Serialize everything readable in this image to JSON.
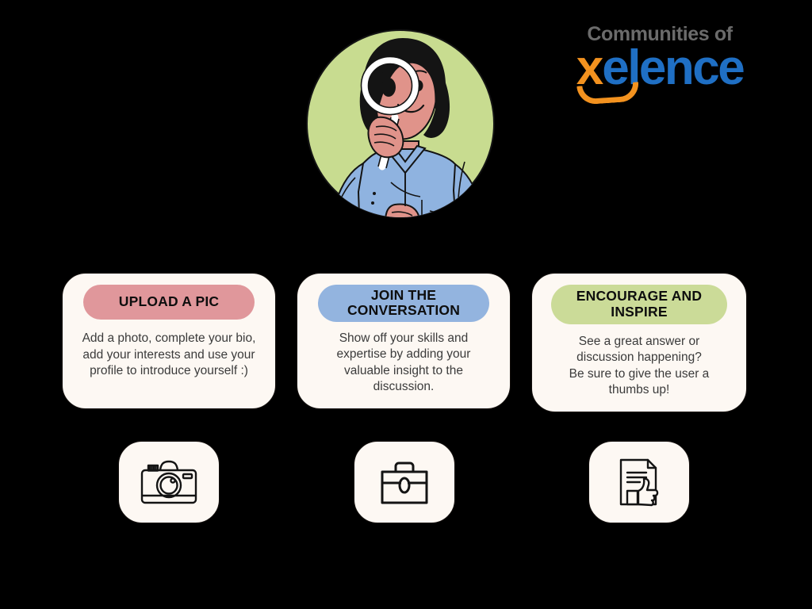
{
  "logo": {
    "top_text": "Communities of",
    "word_x": "x",
    "word_rest": "elence",
    "grey_hex": "#6B6B6B",
    "orange_hex": "#F3921F",
    "blue_hex": "#1F6FC4"
  },
  "hero": {
    "name": "woman-with-magnifying-glass-illustration",
    "circle_hex": "#C8DC90",
    "skin_hex": "#E0938A",
    "hair_hex": "#141414",
    "shirt_hex": "#8FB3E0",
    "glass_hex": "#FFFFFF"
  },
  "cards": [
    {
      "id": "upload-a-pic",
      "pill_label": "UPLOAD A PIC",
      "pill_hex": "#E0979B",
      "body": "Add a photo, complete your bio,\nadd your interests and use your\nprofile to introduce yourself :)"
    },
    {
      "id": "join-the-conversation",
      "pill_label": "JOIN THE\nCONVERSATION",
      "pill_hex": "#93B4DF",
      "body": "Show off your skills and\nexpertise by adding your\nvaluable insight to the\ndiscussion."
    },
    {
      "id": "encourage-and-inspire",
      "pill_label": "ENCOURAGE AND\nINSPIRE",
      "pill_hex": "#CBDB98",
      "body": "See a great answer or\ndiscussion happening?\nBe sure to give the user a\nthumbs up!"
    }
  ],
  "tiles": [
    {
      "id": "camera-tile",
      "icon": "camera-icon"
    },
    {
      "id": "briefcase-tile",
      "icon": "briefcase-icon"
    },
    {
      "id": "document-thumbs-up-tile",
      "icon": "document-thumbs-up-icon"
    }
  ],
  "theme": {
    "background_hex": "#000000",
    "card_fill_hex": "#FDF8F3",
    "card_border_hex": "#14100E",
    "body_text_hex": "#3B3B3B"
  }
}
